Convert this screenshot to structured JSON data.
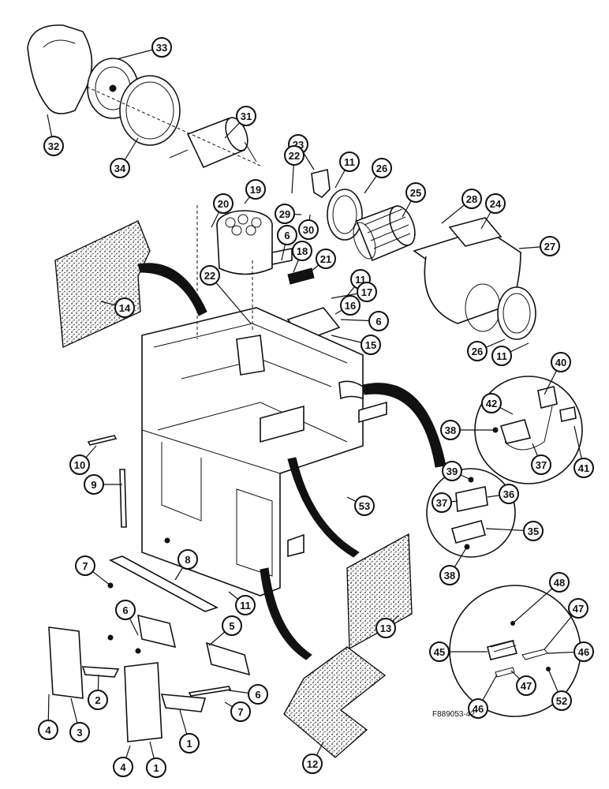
{
  "figure_code": "F889053-42",
  "callouts": [
    "33",
    "32",
    "34",
    "31",
    "23",
    "22",
    "11",
    "26",
    "25",
    "28",
    "24",
    "27",
    "20",
    "19",
    "29",
    "30",
    "6",
    "18",
    "21",
    "14",
    "22",
    "11",
    "17",
    "16",
    "6",
    "15",
    "26",
    "11",
    "40",
    "42",
    "38",
    "37",
    "41",
    "10",
    "39",
    "37",
    "36",
    "53",
    "35",
    "9",
    "38",
    "8",
    "7",
    "11",
    "6",
    "5",
    "13",
    "48",
    "47",
    "45",
    "46",
    "47",
    "46",
    "52",
    "6",
    "7",
    "2",
    "4",
    "1",
    "3",
    "4",
    "1",
    "12"
  ]
}
